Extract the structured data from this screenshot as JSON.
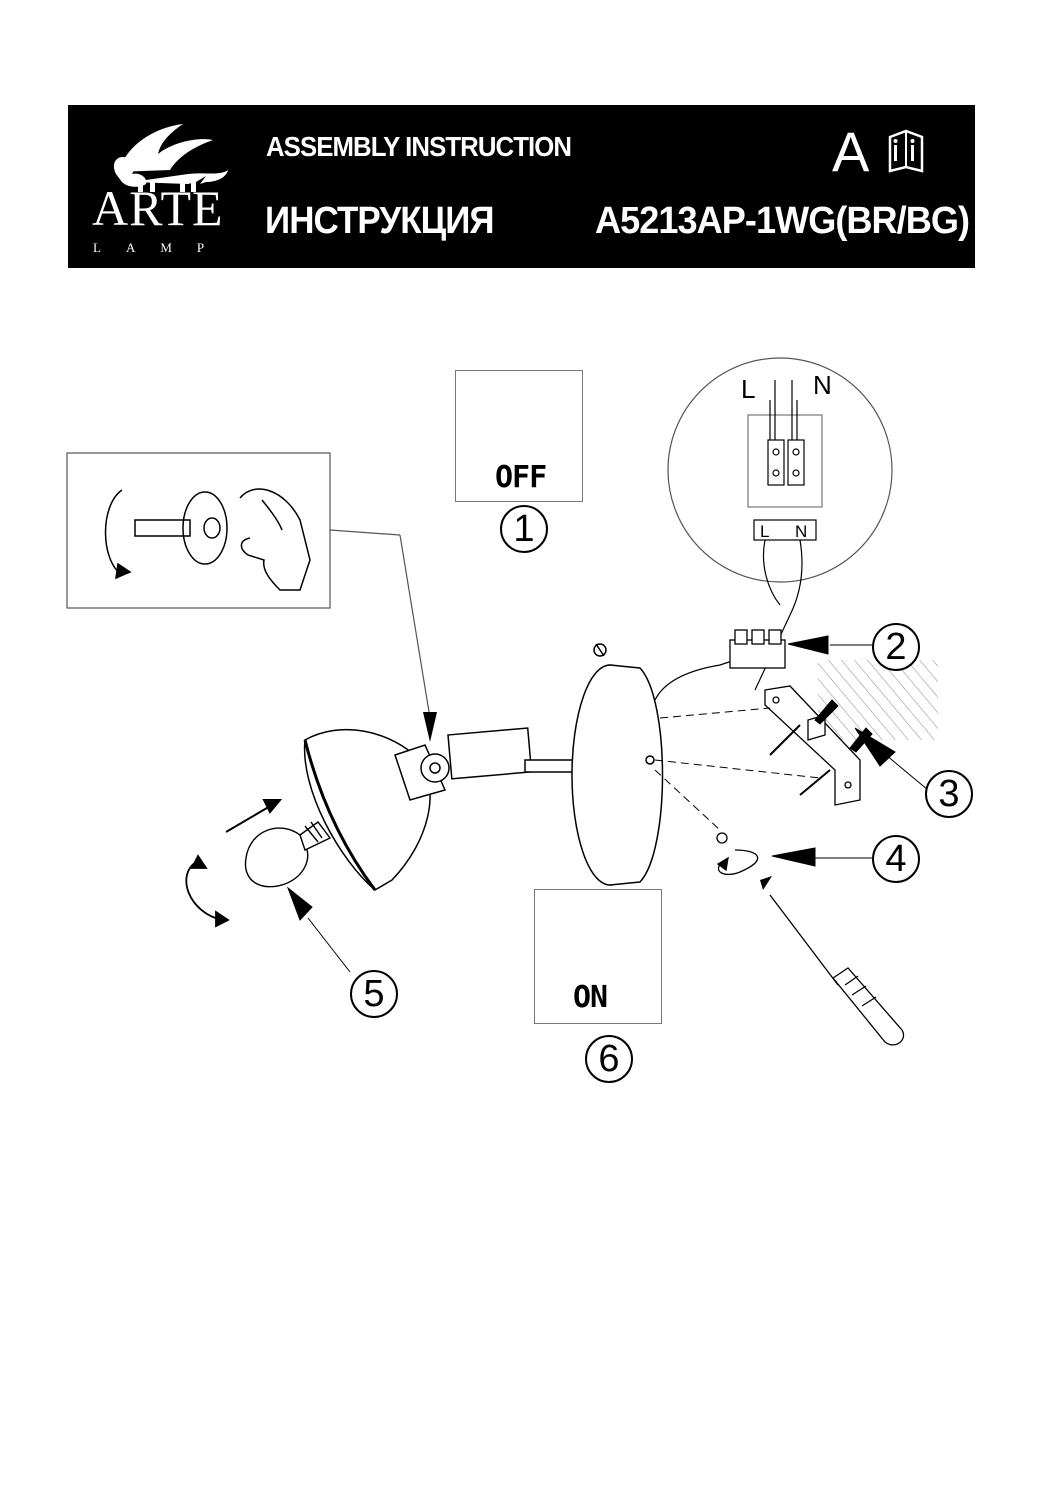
{
  "header": {
    "brand_name": "ARTE",
    "brand_sub": "LAMP",
    "title_en": "ASSEMBLY INSTRUCTION",
    "title_ru": "ИНСТРУКЦИЯ",
    "model": "A5213AP-1WG(BR/BG)",
    "variant": "A",
    "manual_icon": "info-manual-icon"
  },
  "steps": [
    "1",
    "2",
    "3",
    "4",
    "5",
    "6"
  ],
  "switch_off_label": "OFF",
  "switch_on_label": "ON",
  "wiring": {
    "wire_l": "L",
    "wire_n": "N",
    "terminal_l": "L",
    "terminal_n": "N"
  }
}
